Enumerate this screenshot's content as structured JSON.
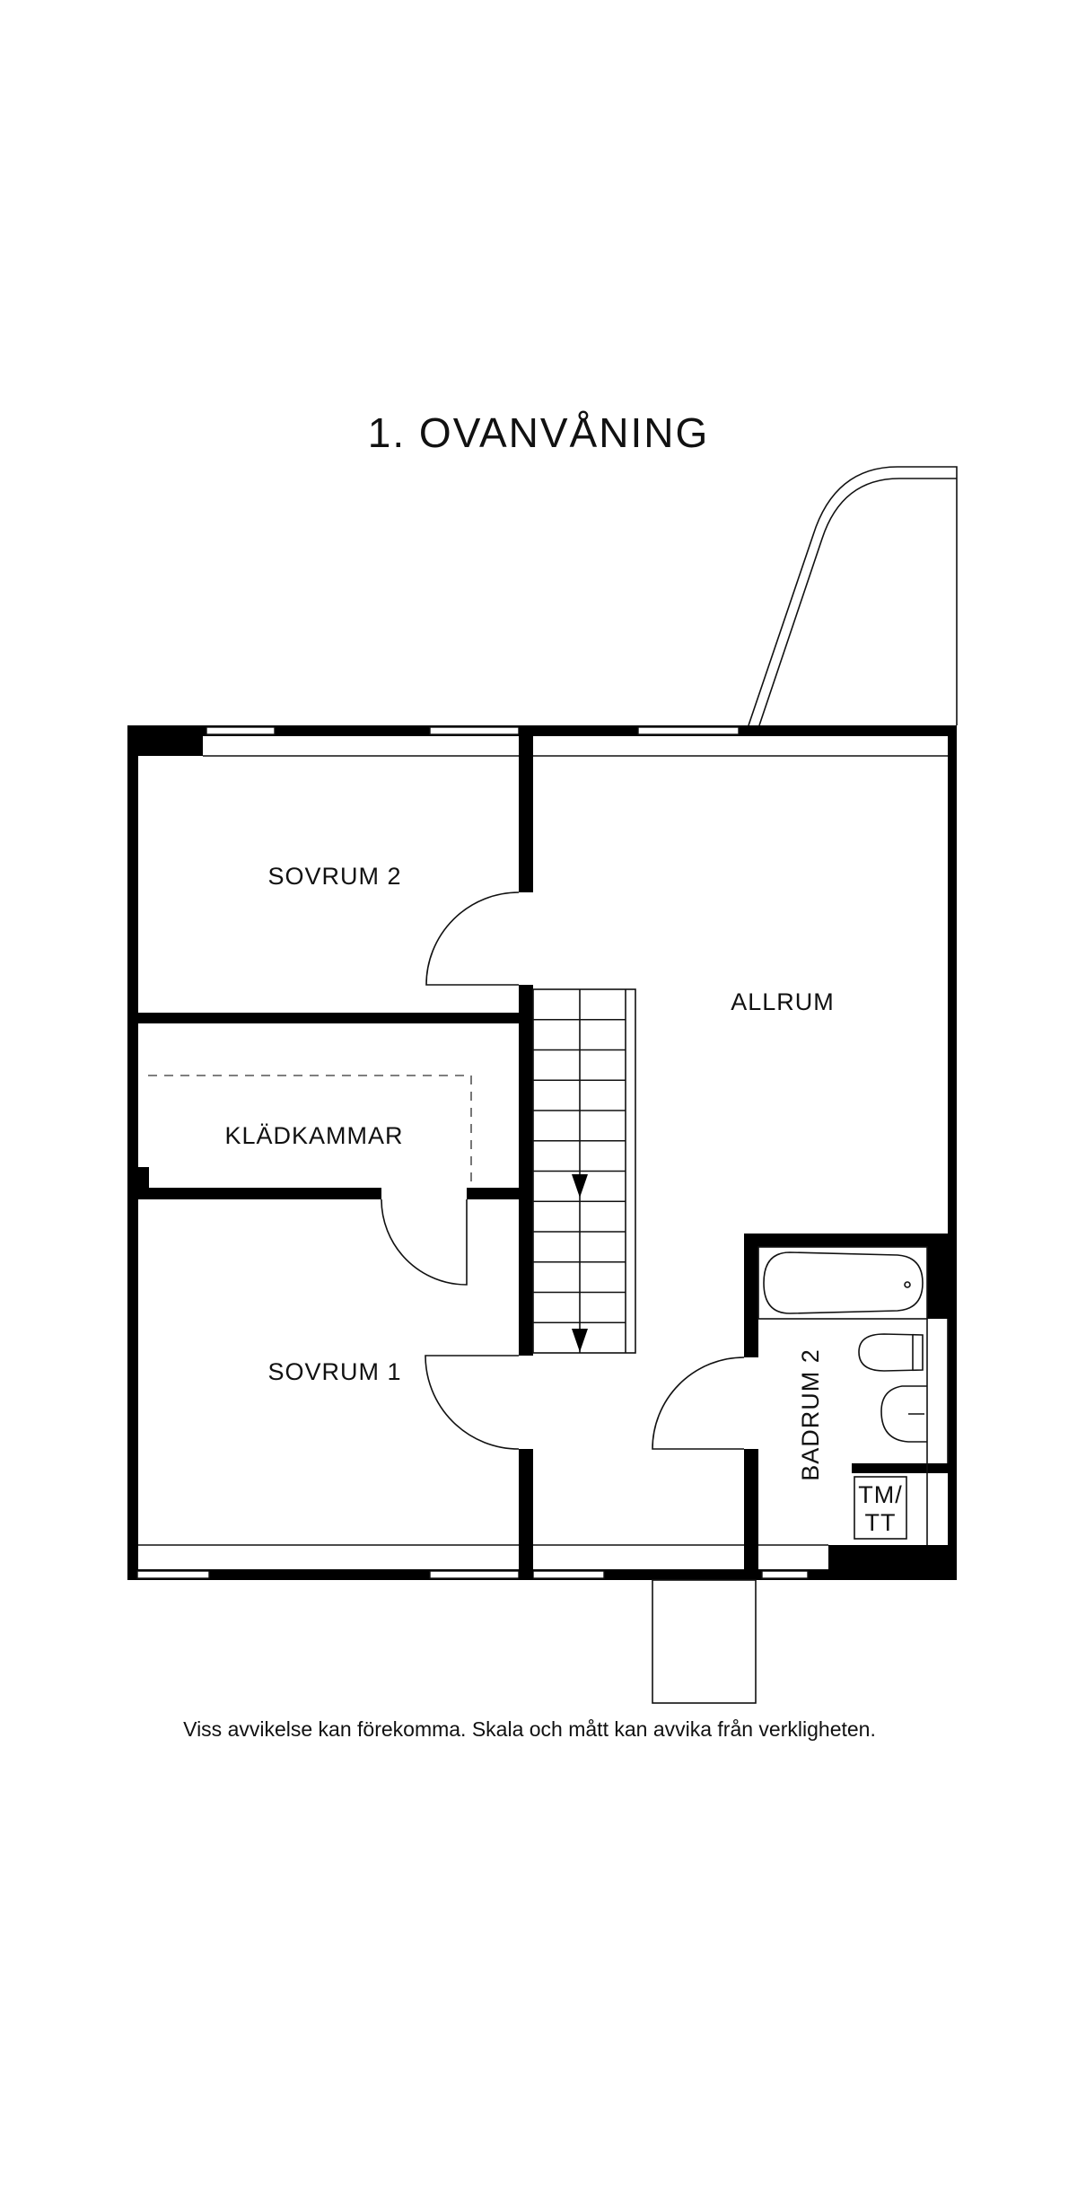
{
  "title": "1. OVANVÅNING",
  "rooms": {
    "sovrum2": "SOVRUM 2",
    "allrum": "ALLRUM",
    "kladkammar": "KLÄDKAMMAR",
    "sovrum1": "SOVRUM 1",
    "badrum2": "BADRUM 2",
    "tmtt_line1": "TM/",
    "tmtt_line2": "TT"
  },
  "disclaimer": "Viss avvikelse kan förekomma. Skala och mått kan avvika från verkligheten.",
  "colors": {
    "wall": "#000000",
    "line": "#111111",
    "background": "#ffffff"
  }
}
